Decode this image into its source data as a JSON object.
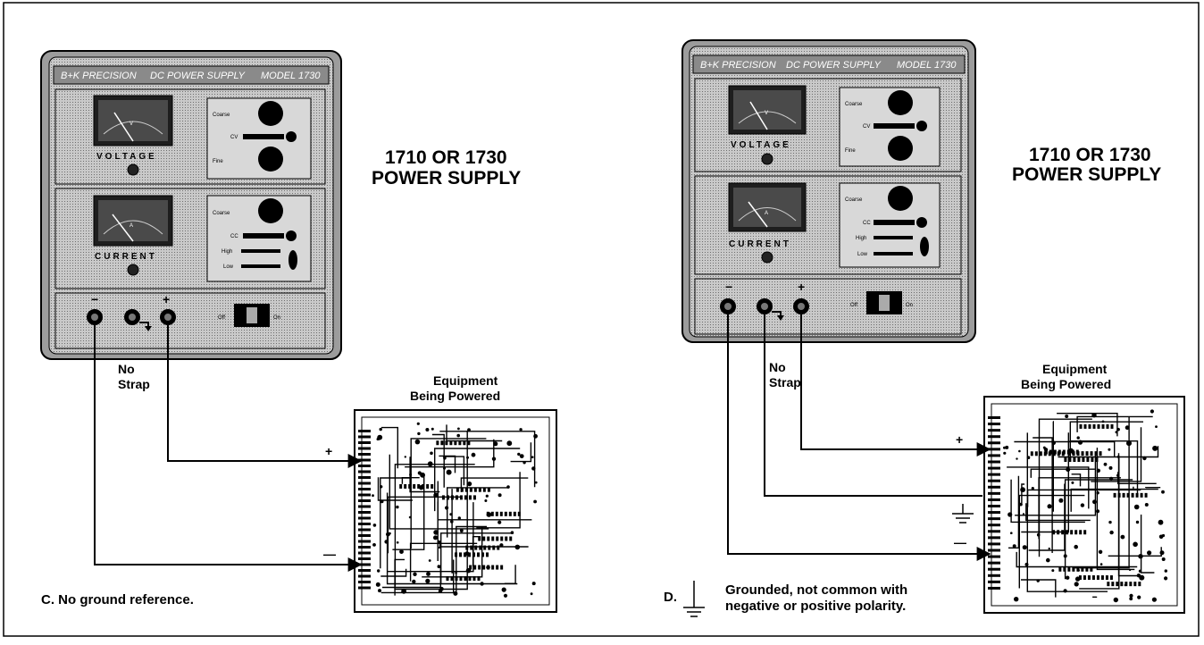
{
  "panels": [
    {
      "id": "c",
      "brand": "B+K PRECISION",
      "product": "DC POWER SUPPLY",
      "model": "MODEL 1730",
      "voltage_label": "VOLTAGE",
      "current_label": "CURRENT",
      "voltage_unit": "V",
      "current_unit": "A",
      "coarse_label_v": "Coarse",
      "cv_label": "CV",
      "fine_label": "Fine",
      "coarse_label_c": "Coarse",
      "cc_label": "CC",
      "high_label": "High",
      "low_label": "Low",
      "off_label": "Off",
      "on_label": "On",
      "minus_sign": "−",
      "plus_sign": "+",
      "supply_title_line1": "1710 OR 1730",
      "supply_title_line2": "POWER SUPPLY",
      "strap_line1": "No",
      "strap_line2": "Strap",
      "equip_line1": "Equipment",
      "equip_line2": "Being Powered",
      "wire_plus": "+",
      "wire_minus": "—",
      "caption_letter": "",
      "caption": "C. No ground reference."
    },
    {
      "id": "d",
      "brand": "B+K PRECISION",
      "product": "DC POWER SUPPLY",
      "model": "MODEL 1730",
      "voltage_label": "VOLTAGE",
      "current_label": "CURRENT",
      "voltage_unit": "V",
      "current_unit": "A",
      "coarse_label_v": "Coarse",
      "cv_label": "CV",
      "fine_label": "Fine",
      "coarse_label_c": "Coarse",
      "cc_label": "CC",
      "high_label": "High",
      "low_label": "Low",
      "off_label": "Off",
      "on_label": "On",
      "minus_sign": "−",
      "plus_sign": "+",
      "supply_title_line1": "1710 OR 1730",
      "supply_title_line2": "POWER SUPPLY",
      "strap_line1": "No",
      "strap_line2": "Strap",
      "equip_line1": "Equipment",
      "equip_line2": "Being Powered",
      "wire_plus": "+",
      "wire_minus": "—",
      "caption_letter": "D.",
      "caption_line1": "Grounded, not common with",
      "caption_line2": "negative or positive polarity."
    }
  ],
  "colors": {
    "ink": "#000000",
    "panel_gray": "#b4b4b4",
    "panel_dark": "#7a7a7a",
    "paper": "#ffffff"
  }
}
